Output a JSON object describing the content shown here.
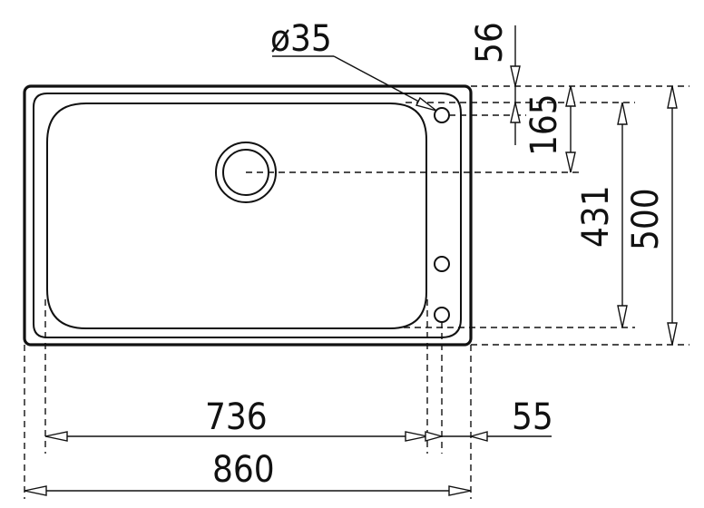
{
  "dimensions": {
    "hole_diameter": "ø35",
    "top_offset": "56",
    "drain_offset": "165",
    "bowl_depth": "431",
    "overall_depth": "500",
    "bowl_width": "736",
    "deck_width": "55",
    "overall_width": "860"
  }
}
